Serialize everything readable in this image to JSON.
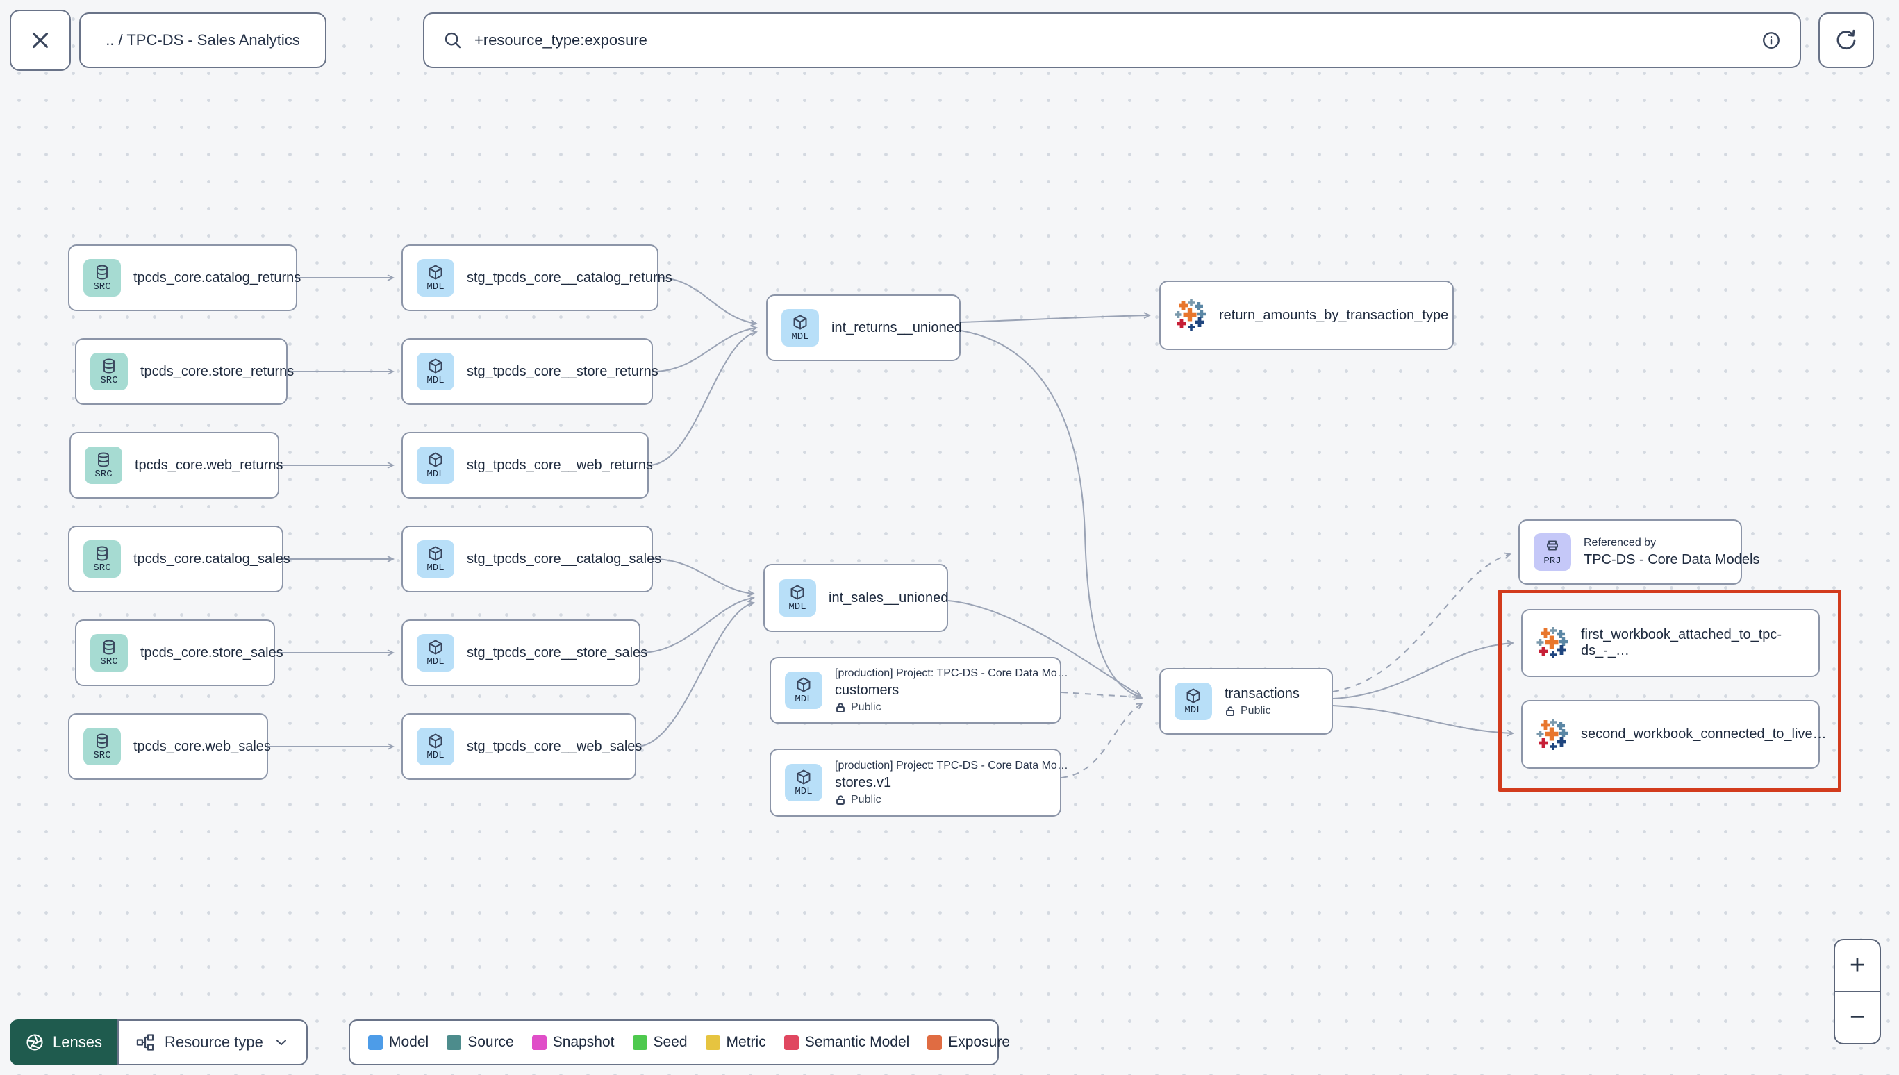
{
  "header": {
    "breadcrumb": ".. / TPC-DS - Sales Analytics",
    "search_value": "+resource_type:exposure"
  },
  "badges": {
    "src": "SRC",
    "mdl": "MDL",
    "prj": "PRJ"
  },
  "graph": {
    "nodes": {
      "src_catalog_returns": {
        "type": "source",
        "label": "tpcds_core.catalog_returns"
      },
      "src_store_returns": {
        "type": "source",
        "label": "tpcds_core.store_returns"
      },
      "src_web_returns": {
        "type": "source",
        "label": "tpcds_core.web_returns"
      },
      "src_catalog_sales": {
        "type": "source",
        "label": "tpcds_core.catalog_sales"
      },
      "src_store_sales": {
        "type": "source",
        "label": "tpcds_core.store_sales"
      },
      "src_web_sales": {
        "type": "source",
        "label": "tpcds_core.web_sales"
      },
      "stg_catalog_returns": {
        "type": "model",
        "label": "stg_tpcds_core__catalog_returns"
      },
      "stg_store_returns": {
        "type": "model",
        "label": "stg_tpcds_core__store_returns"
      },
      "stg_web_returns": {
        "type": "model",
        "label": "stg_tpcds_core__web_returns"
      },
      "stg_catalog_sales": {
        "type": "model",
        "label": "stg_tpcds_core__catalog_sales"
      },
      "stg_store_sales": {
        "type": "model",
        "label": "stg_tpcds_core__store_sales"
      },
      "stg_web_sales": {
        "type": "model",
        "label": "stg_tpcds_core__web_sales"
      },
      "int_returns": {
        "type": "model",
        "label": "int_returns__unioned"
      },
      "int_sales": {
        "type": "model",
        "label": "int_sales__unioned"
      },
      "customers": {
        "type": "model",
        "project_label": "[production] Project: TPC-DS - Core Data Mo…",
        "label": "customers",
        "access": "Public"
      },
      "stores": {
        "type": "model",
        "project_label": "[production] Project: TPC-DS - Core Data Mo…",
        "label": "stores.v1",
        "access": "Public"
      },
      "transactions": {
        "type": "model",
        "label": "transactions",
        "access": "Public"
      },
      "exposure_returns": {
        "type": "exposure",
        "label": "return_amounts_by_transaction_type"
      },
      "referenced_by": {
        "type": "project",
        "title": "Referenced by",
        "label": "TPC-DS - Core Data Models"
      },
      "exposure_wb1": {
        "type": "exposure",
        "label": "first_workbook_attached_to_tpc-ds_-_…"
      },
      "exposure_wb2": {
        "type": "exposure",
        "label": "second_workbook_connected_to_live…"
      }
    },
    "edges": [
      {
        "from": "src_catalog_returns",
        "to": "stg_catalog_returns",
        "style": "solid"
      },
      {
        "from": "src_store_returns",
        "to": "stg_store_returns",
        "style": "solid"
      },
      {
        "from": "src_web_returns",
        "to": "stg_web_returns",
        "style": "solid"
      },
      {
        "from": "src_catalog_sales",
        "to": "stg_catalog_sales",
        "style": "solid"
      },
      {
        "from": "src_store_sales",
        "to": "stg_store_sales",
        "style": "solid"
      },
      {
        "from": "src_web_sales",
        "to": "stg_web_sales",
        "style": "solid"
      },
      {
        "from": "stg_catalog_returns",
        "to": "int_returns",
        "style": "solid"
      },
      {
        "from": "stg_store_returns",
        "to": "int_returns",
        "style": "solid"
      },
      {
        "from": "stg_web_returns",
        "to": "int_returns",
        "style": "solid"
      },
      {
        "from": "stg_catalog_sales",
        "to": "int_sales",
        "style": "solid"
      },
      {
        "from": "stg_store_sales",
        "to": "int_sales",
        "style": "solid"
      },
      {
        "from": "stg_web_sales",
        "to": "int_sales",
        "style": "solid"
      },
      {
        "from": "int_returns",
        "to": "exposure_returns",
        "style": "solid"
      },
      {
        "from": "int_returns",
        "to": "transactions",
        "style": "solid"
      },
      {
        "from": "int_sales",
        "to": "transactions",
        "style": "solid"
      },
      {
        "from": "customers",
        "to": "transactions",
        "style": "dashed"
      },
      {
        "from": "stores",
        "to": "transactions",
        "style": "dashed"
      },
      {
        "from": "transactions",
        "to": "referenced_by",
        "style": "dashed"
      },
      {
        "from": "transactions",
        "to": "exposure_wb1",
        "style": "solid"
      },
      {
        "from": "transactions",
        "to": "exposure_wb2",
        "style": "solid"
      }
    ]
  },
  "legend": {
    "lenses_label": "Lenses",
    "resource_type_label": "Resource type",
    "items": [
      {
        "label": "Model",
        "color": "#4d9ce8"
      },
      {
        "label": "Source",
        "color": "#4d8c8c"
      },
      {
        "label": "Snapshot",
        "color": "#e04ec8"
      },
      {
        "label": "Seed",
        "color": "#4ec94e"
      },
      {
        "label": "Metric",
        "color": "#e6c440"
      },
      {
        "label": "Semantic Model",
        "color": "#e04760"
      },
      {
        "label": "Exposure",
        "color": "#e06c42"
      }
    ]
  },
  "zoom": {
    "in_label": "+",
    "out_label": "−"
  },
  "colors": {
    "highlight": "#d23b1d",
    "lenses_bg": "#1f5b4e"
  }
}
